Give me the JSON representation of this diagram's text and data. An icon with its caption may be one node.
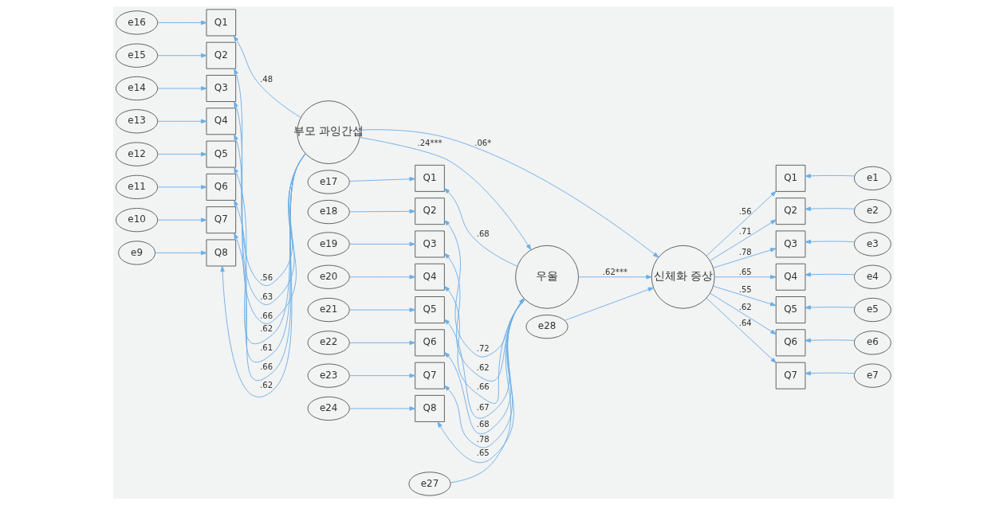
{
  "diagram": {
    "nodes": [
      {
        "text": [
          "e17"
        ]
      },
      {
        "text": [
          "e18"
        ]
      },
      {
        "text": [
          "e19"
        ]
      },
      {
        "text": [
          "e20"
        ]
      },
      {
        "text": [
          "e21"
        ]
      },
      {
        "text": [
          "e22"
        ]
      },
      {
        "text": [
          "e23"
        ]
      },
      {
        "text": [
          "e24"
        ]
      },
      {
        "text": [
          "Q1"
        ]
      },
      {
        "text": [
          "Q2"
        ]
      },
      {
        "text": [
          "Q3"
        ]
      },
      {
        "text": [
          "Q4"
        ]
      },
      {
        "text": [
          "Q5"
        ]
      },
      {
        "text": [
          "Q6"
        ]
      },
      {
        "text": [
          "Q7"
        ]
      },
      {
        "text": [
          "Q8"
        ]
      },
      {
        "text": [
          "e16"
        ]
      },
      {
        "text": [
          "e15"
        ]
      },
      {
        "text": [
          "e14"
        ]
      },
      {
        "text": [
          "e13"
        ]
      },
      {
        "text": [
          "e12"
        ]
      },
      {
        "text": [
          "e11"
        ]
      },
      {
        "text": [
          "e10"
        ]
      },
      {
        "text": [
          "e9"
        ]
      },
      {
        "text": [
          "Q1"
        ]
      },
      {
        "text": [
          "Q2"
        ]
      },
      {
        "text": [
          "Q3"
        ]
      },
      {
        "text": [
          "Q4"
        ]
      },
      {
        "text": [
          "Q5"
        ]
      },
      {
        "text": [
          "Q6"
        ]
      },
      {
        "text": [
          "Q7"
        ]
      },
      {
        "text": [
          "Q8"
        ]
      },
      {
        "text": [
          "부모 과잉간섭"
        ]
      },
      {
        "text": [
          "우울"
        ]
      },
      {
        "text": [
          "e27"
        ]
      },
      {
        "text": [
          "e28"
        ]
      },
      {
        "text": [
          "신체화 증상"
        ]
      },
      {
        "text": [
          "Q1"
        ]
      },
      {
        "text": [
          "Q2"
        ]
      },
      {
        "text": [
          "Q3"
        ]
      },
      {
        "text": [
          "Q4"
        ]
      },
      {
        "text": [
          "Q5"
        ]
      },
      {
        "text": [
          "Q6"
        ]
      },
      {
        "text": [
          "Q7"
        ]
      },
      {
        "text": [
          "e1"
        ]
      },
      {
        "text": [
          "e2"
        ]
      },
      {
        "text": [
          "e3"
        ]
      },
      {
        "text": [
          "e4"
        ]
      },
      {
        "text": [
          "e5"
        ]
      },
      {
        "text": [
          "e6"
        ]
      },
      {
        "text": [
          "e7"
        ]
      }
    ],
    "edges": [
      {
        "from": 0,
        "to": 8,
        "arrow": "to"
      },
      {
        "from": 1,
        "to": 9,
        "arrow": "to"
      },
      {
        "from": 2,
        "to": 10,
        "arrow": "to"
      },
      {
        "from": 3,
        "to": 11,
        "arrow": "to"
      },
      {
        "from": 4,
        "to": 12,
        "arrow": "to"
      },
      {
        "from": 5,
        "to": 13,
        "arrow": "to"
      },
      {
        "from": 6,
        "to": 14,
        "arrow": "to"
      },
      {
        "from": 7,
        "to": 15,
        "arrow": "to"
      },
      {
        "from": 33,
        "to": 8,
        "arrow": "to",
        "label": ".68"
      },
      {
        "from": 33,
        "to": 9,
        "arrow": "to",
        "label": ".72"
      },
      {
        "from": 33,
        "to": 10,
        "arrow": "to",
        "label": ".62"
      },
      {
        "from": 33,
        "to": 11,
        "arrow": "to",
        "label": ".66"
      },
      {
        "from": 33,
        "to": 12,
        "arrow": "to",
        "label": ".67"
      },
      {
        "from": 33,
        "to": 13,
        "arrow": "to",
        "label": ".68"
      },
      {
        "from": 33,
        "to": 14,
        "arrow": "to",
        "label": ".78"
      },
      {
        "from": 33,
        "to": 15,
        "arrow": "to",
        "label": ".65"
      },
      {
        "from": 16,
        "to": 24,
        "arrow": "to"
      },
      {
        "from": 17,
        "to": 25,
        "arrow": "to"
      },
      {
        "from": 18,
        "to": 26,
        "arrow": "to"
      },
      {
        "from": 19,
        "to": 27,
        "arrow": "to"
      },
      {
        "from": 20,
        "to": 28,
        "arrow": "to"
      },
      {
        "from": 21,
        "to": 29,
        "arrow": "to"
      },
      {
        "from": 22,
        "to": 30,
        "arrow": "to"
      },
      {
        "from": 23,
        "to": 31,
        "arrow": "to"
      },
      {
        "from": 32,
        "to": 24,
        "arrow": "to",
        "label": ".48"
      },
      {
        "from": 32,
        "to": 25,
        "arrow": "to",
        "label": ".56"
      },
      {
        "from": 32,
        "to": 26,
        "arrow": "to",
        "label": ".63"
      },
      {
        "from": 32,
        "to": 27,
        "arrow": "to",
        "label": ".66"
      },
      {
        "from": 32,
        "to": 28,
        "arrow": "to",
        "label": ".62"
      },
      {
        "from": 32,
        "to": 29,
        "arrow": "to",
        "label": ".61"
      },
      {
        "from": 32,
        "to": 30,
        "arrow": "to",
        "label": ".66"
      },
      {
        "from": 32,
        "to": 31,
        "arrow": "to",
        "label": ".62"
      },
      {
        "from": 32,
        "to": 33,
        "arrow": "to",
        "label": ".24***"
      },
      {
        "from": 34,
        "to": 33,
        "arrow": "to"
      },
      {
        "from": 33,
        "to": 36,
        "arrow": "to",
        "label": ".62***"
      },
      {
        "from": 32,
        "to": 36,
        "arrow": "to",
        "label": ".06*"
      },
      {
        "from": 35,
        "to": 36,
        "arrow": "to"
      },
      {
        "from": 36,
        "to": 37,
        "arrow": "to",
        "label": ".56"
      },
      {
        "from": 36,
        "to": 38,
        "arrow": "to",
        "label": ".71"
      },
      {
        "from": 36,
        "to": 39,
        "arrow": "to",
        "label": ".78"
      },
      {
        "from": 36,
        "to": 40,
        "arrow": "to",
        "label": ".65"
      },
      {
        "from": 36,
        "to": 41,
        "arrow": "to",
        "label": ".55"
      },
      {
        "from": 36,
        "to": 42,
        "arrow": "to",
        "label": ".62"
      },
      {
        "from": 36,
        "to": 43,
        "arrow": "to",
        "label": ".64"
      },
      {
        "from": 44,
        "to": 37,
        "arrow": "to"
      },
      {
        "from": 45,
        "to": 38,
        "arrow": "to"
      },
      {
        "from": 46,
        "to": 39,
        "arrow": "to"
      },
      {
        "from": 47,
        "to": 40,
        "arrow": "to"
      },
      {
        "from": 48,
        "to": 41,
        "arrow": "to"
      },
      {
        "from": 49,
        "to": 42,
        "arrow": "to"
      },
      {
        "from": 50,
        "to": 43,
        "arrow": "to"
      }
    ]
  }
}
